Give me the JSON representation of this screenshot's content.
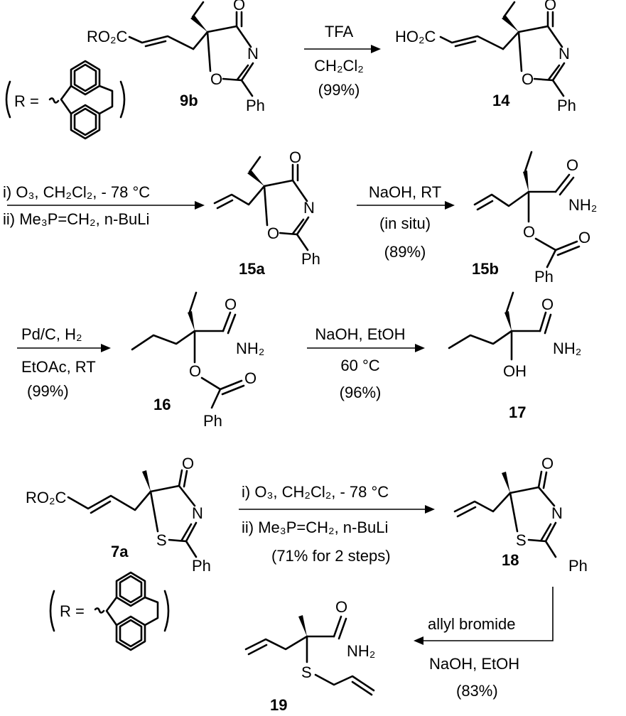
{
  "row1": {
    "left_group": "RO₂C",
    "r_label": "R =",
    "cmpd_left": "9b",
    "arrow_above": "TFA",
    "arrow_below_1": "CH₂Cl₂",
    "arrow_below_2": "(99%)",
    "right_group": "HO₂C",
    "cmpd_right": "14"
  },
  "row2": {
    "cond_1": "i) O₃, CH₂Cl₂, - 78 °C",
    "cond_2": "ii) Me₃P=CH₂, n-BuLi",
    "cmpd_mid": "15a",
    "arrow_above": "NaOH, RT",
    "arrow_below_1": "(in situ)",
    "arrow_below_2": "(89%)",
    "cmpd_right": "15b",
    "nh2": "NH₂"
  },
  "row3": {
    "arrow1_above": "Pd/C, H₂",
    "arrow1_below_1": "EtOAc, RT",
    "arrow1_below_2": "(99%)",
    "cmpd_mid": "16",
    "arrow2_above": "NaOH, EtOH",
    "arrow2_below_1": "60 °C",
    "arrow2_below_2": "(96%)",
    "cmpd_right": "17",
    "oh": "OH"
  },
  "row4": {
    "left_group": "RO₂C",
    "cmpd_left": "7a",
    "r_label": "R =",
    "arrow_above": "i) O₃, CH₂Cl₂, - 78 °C",
    "arrow_below_1": "ii) Me₃P=CH₂, n-BuLi",
    "arrow_below_2": "(71% for 2 steps)",
    "cmpd_right": "18",
    "down_arrow_above": "allyl bromide",
    "down_arrow_below_1": "NaOH, EtOH",
    "down_arrow_below_2": "(83%)",
    "cmpd_bottom": "19"
  },
  "atoms": {
    "oxygen": "O",
    "nitrogen": "N",
    "sulfur": "S",
    "phenyl": "Ph"
  }
}
